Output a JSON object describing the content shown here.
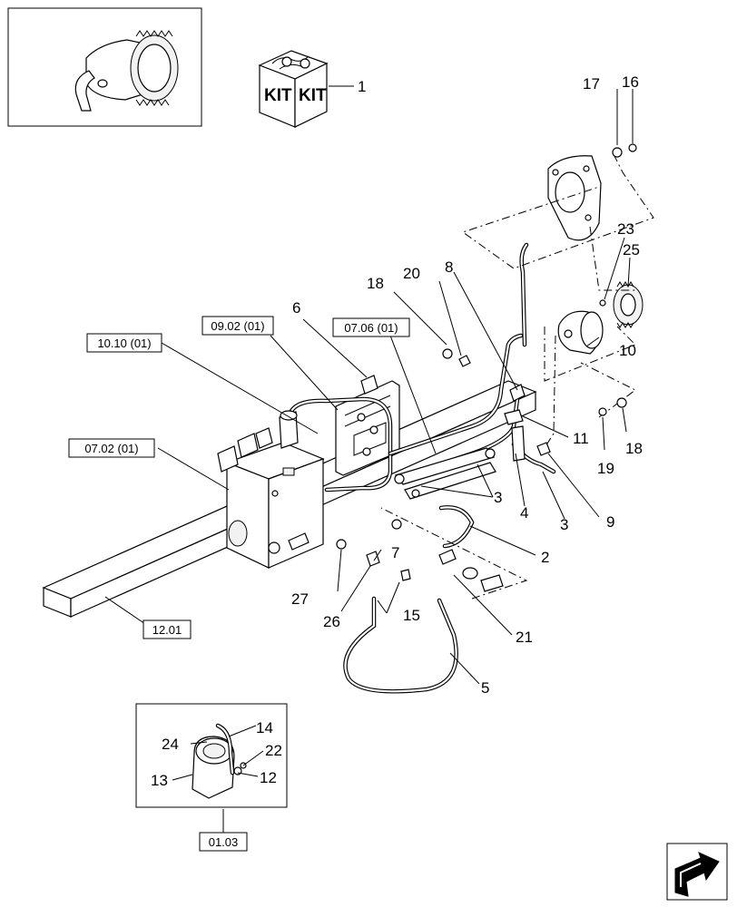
{
  "kit": {
    "label_left": "KIT",
    "label_right": "KIT"
  },
  "callouts": [
    {
      "id": "c1",
      "text": "1"
    },
    {
      "id": "c2",
      "text": "2"
    },
    {
      "id": "c3a",
      "text": "3"
    },
    {
      "id": "c3b",
      "text": "3"
    },
    {
      "id": "c4",
      "text": "4"
    },
    {
      "id": "c5",
      "text": "5"
    },
    {
      "id": "c6",
      "text": "6"
    },
    {
      "id": "c7",
      "text": "7"
    },
    {
      "id": "c8",
      "text": "8"
    },
    {
      "id": "c9",
      "text": "9"
    },
    {
      "id": "c10",
      "text": "10"
    },
    {
      "id": "c11",
      "text": "11"
    },
    {
      "id": "c12",
      "text": "12"
    },
    {
      "id": "c13",
      "text": "13"
    },
    {
      "id": "c14",
      "text": "14"
    },
    {
      "id": "c15",
      "text": "15"
    },
    {
      "id": "c16",
      "text": "16"
    },
    {
      "id": "c17",
      "text": "17"
    },
    {
      "id": "c18a",
      "text": "18"
    },
    {
      "id": "c18b",
      "text": "18"
    },
    {
      "id": "c19",
      "text": "19"
    },
    {
      "id": "c20",
      "text": "20"
    },
    {
      "id": "c21",
      "text": "21"
    },
    {
      "id": "c22",
      "text": "22"
    },
    {
      "id": "c23",
      "text": "23"
    },
    {
      "id": "c24",
      "text": "24"
    },
    {
      "id": "c25",
      "text": "25"
    },
    {
      "id": "c26",
      "text": "26"
    },
    {
      "id": "c27",
      "text": "27"
    }
  ],
  "references": [
    {
      "id": "r1",
      "text": "10.10 (01)"
    },
    {
      "id": "r2",
      "text": "09.02 (01)"
    },
    {
      "id": "r3",
      "text": "07.06 (01)"
    },
    {
      "id": "r4",
      "text": "07.02 (01)"
    },
    {
      "id": "r5",
      "text": "12.01"
    },
    {
      "id": "r6",
      "text": "01.03"
    }
  ],
  "icons": [
    "pump-thumbnail-icon",
    "kit-box-icon",
    "navigation-arrow-icon"
  ]
}
